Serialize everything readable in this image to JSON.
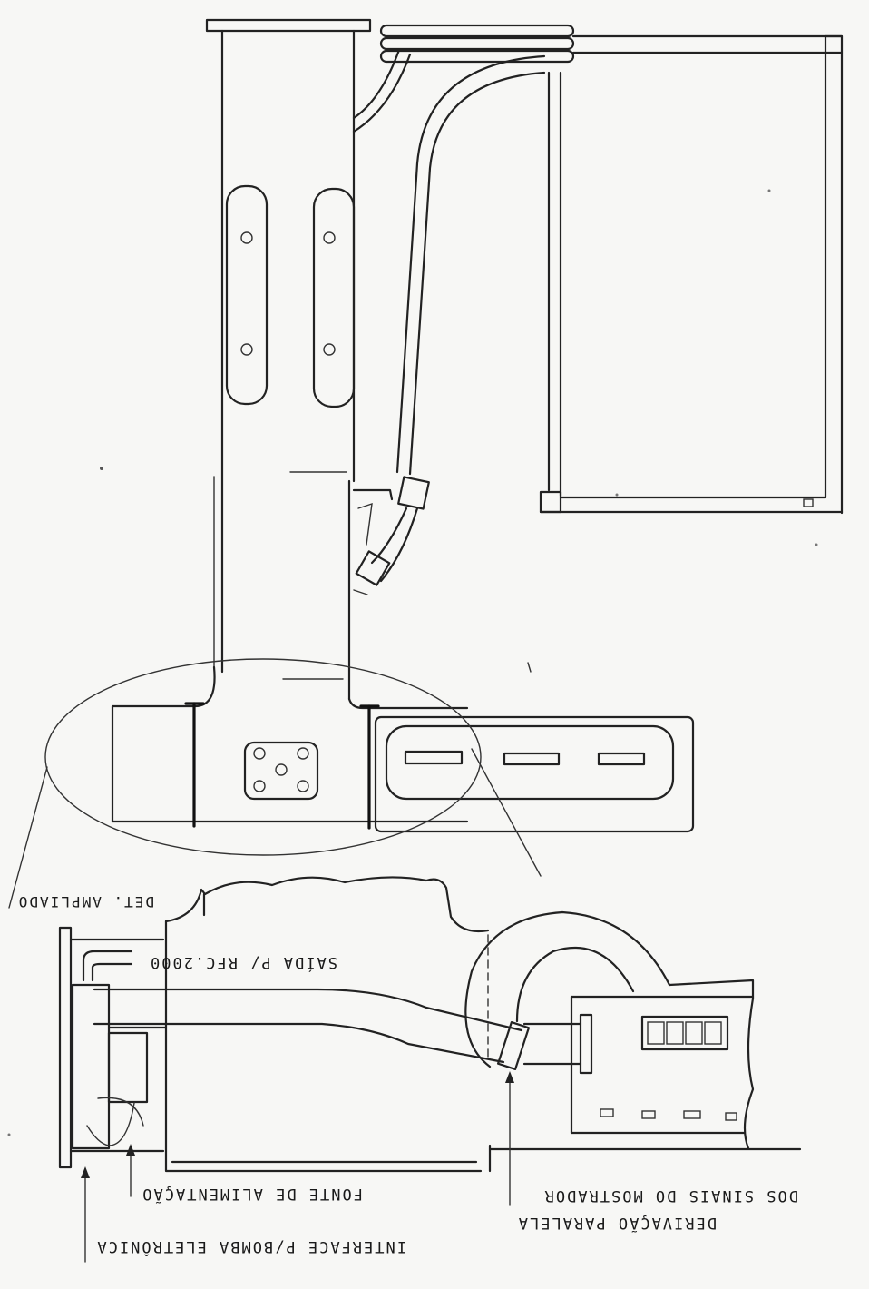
{
  "labels": {
    "detail": "DET. AMPLIADO",
    "output": "SAÍDA P/ RFC.2000",
    "power_supply": "FONTE DE ALIMENTAÇÃO",
    "interface": "INTERFACE P/BOMBA ELETRÔNICA",
    "derivation_line1": "DERIVAÇÃO PARALELA",
    "derivation_line2": "DOS SINAIS DO MOSTRADOR"
  },
  "colors": {
    "ink": "#222222",
    "paper": "#f7f7f5"
  }
}
